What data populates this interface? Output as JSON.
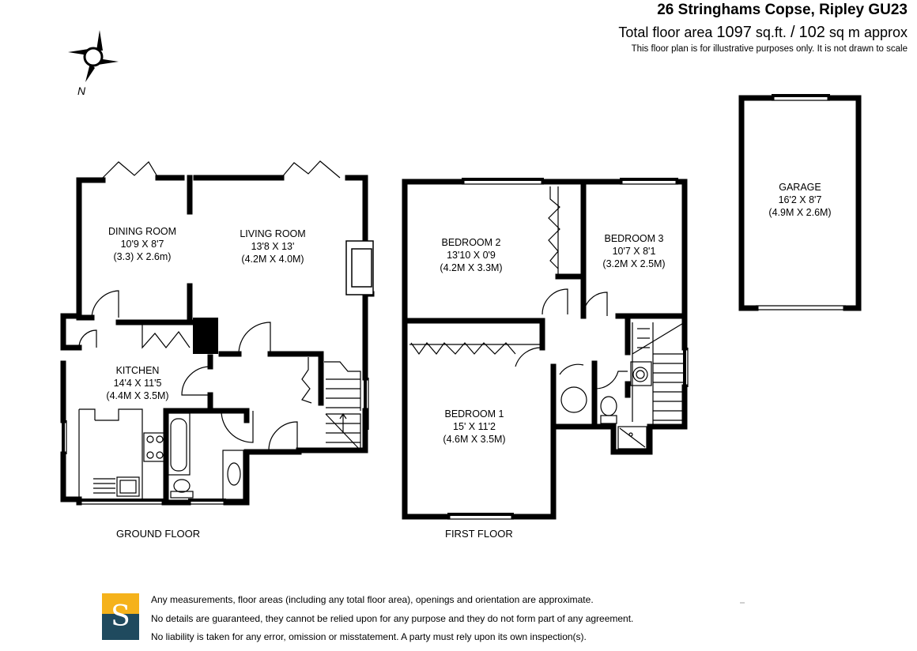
{
  "header": {
    "address": "26 Stringhams Copse, Ripley GU23",
    "area_prefix": "Total floor area",
    "area_sqft": "1097",
    "area_sqft_unit": "sq.ft.",
    "area_sep": "/",
    "area_sqm": "102",
    "area_sqm_unit": "sq m",
    "area_suffix": "approx",
    "note": "This floor plan is for illustrative purposes only. It is not drawn to scale"
  },
  "compass": {
    "label": "N",
    "icon": "compass-icon"
  },
  "rooms": {
    "dining": {
      "name": "DINING ROOM",
      "imperial": "10'9 X 8'7",
      "metric": "(3.3) X 2.6m)"
    },
    "living": {
      "name": "LIVING ROOM",
      "imperial": "13'8 X 13'",
      "metric": "(4.2M X 4.0M)"
    },
    "kitchen": {
      "name": "KITCHEN",
      "imperial": "14'4 X 11'5",
      "metric": "(4.4M X 3.5M)"
    },
    "bedroom2": {
      "name": "BEDROOM 2",
      "imperial": "13'10 X 0'9",
      "metric": "(4.2M X 3.3M)"
    },
    "bedroom3": {
      "name": "BEDROOM 3",
      "imperial": "10'7 X 8'1",
      "metric": "(3.2M X 2.5M)"
    },
    "bedroom1": {
      "name": "BEDROOM 1",
      "imperial": "15' X 11'2",
      "metric": "(4.6M X 3.5M)"
    },
    "garage": {
      "name": "GARAGE",
      "imperial": "16'2 X 8'7",
      "metric": "(4.9M X 2.6M)"
    }
  },
  "floors": {
    "ground": "GROUND FLOOR",
    "first": "FIRST FLOOR"
  },
  "logo": {
    "letter": "S",
    "colors": {
      "top": "#f5b21b",
      "bottom": "#1f4a5e"
    }
  },
  "disclaimer": [
    "Any measurements, floor areas (including any total floor area), openings and orientation are approximate.",
    "No details are guaranteed, they cannot be relied upon for any purpose and they do not form part of any agreement.",
    "No liability is taken for any error, omission or misstatement.  A party must rely upon its own inspection(s)."
  ]
}
